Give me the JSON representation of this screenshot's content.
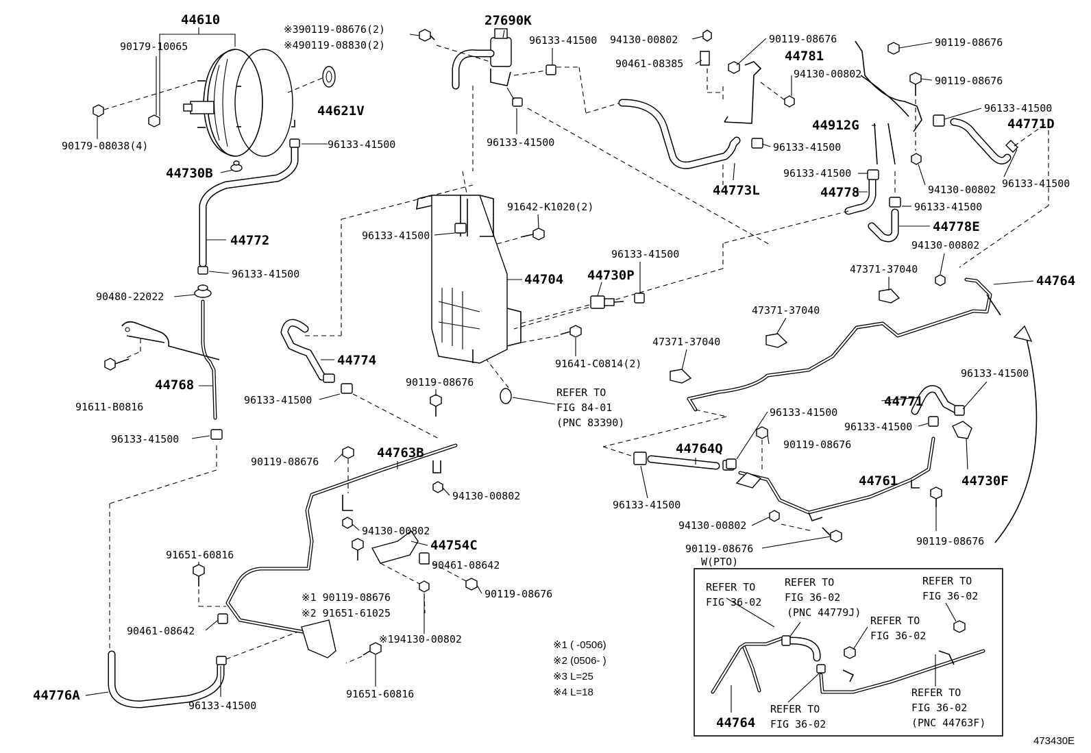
{
  "labels": {
    "l44610": "44610",
    "l90179_10065": "90179-10065",
    "l90179_08038": "90179-08038(4)",
    "l44621v": "44621V",
    "l96133_a": "96133-41500",
    "l44730b": "44730B",
    "l44772": "44772",
    "l96133_b": "96133-41500",
    "l90480": "90480-22022",
    "l44768": "44768",
    "l91611": "91611-B0816",
    "l96133_c": "96133-41500",
    "l390119": "※390119-08676(2)",
    "l490119": "※490119-08830(2)",
    "l27690k": "27690K",
    "l96133_d": "96133-41500",
    "l96133_e": "96133-41500",
    "l94130_a": "94130-00802",
    "l90461_08385": "90461-08385",
    "l90119_a": "90119-08676",
    "l44781": "44781",
    "l94130_b": "94130-00802",
    "l96133_f": "96133-41500",
    "l44773l": "44773L",
    "l90119_b": "90119-08676",
    "l90119_c": "90119-08676",
    "l96133_g": "96133-41500",
    "l44771d": "44771D",
    "l44912g": "44912G",
    "l96133_h": "96133-41500",
    "l44778": "44778",
    "l94130_c": "94130-00802",
    "l96133_i": "96133-41500",
    "l96133_j": "96133-41500",
    "l44778e": "44778E",
    "l91642": "91642-K1020(2)",
    "l96133_k": "96133-41500",
    "l44704": "44704",
    "l96133_l": "96133-41500",
    "l44730p": "44730P",
    "l94130_d": "94130-00802",
    "l47371_a": "47371-37040",
    "l44764": "44764",
    "l47371_b": "47371-37040",
    "l47371_c": "47371-37040",
    "l91641": "91641-C0814(2)",
    "l44774": "44774",
    "l96133_m": "96133-41500",
    "l90119_d": "90119-08676",
    "refer_a1": "REFER TO",
    "refer_a2": "FIG 84-01",
    "refer_a3": "(PNC 83390)",
    "l96133_n": "96133-41500",
    "l44771": "44771",
    "l96133_o": "96133-41500",
    "l44764q": "44764Q",
    "l90119_e": "90119-08676",
    "l44730f": "44730F",
    "l44761": "44761",
    "l96133_p": "96133-41500",
    "l94130_e": "94130-00802",
    "l90119_f": "90119-08676",
    "l90119_g": "90119-08676",
    "l90119_h": "90119-08676",
    "l44763b": "44763B",
    "l94130_f": "94130-00802",
    "l94130_g": "94130-00802",
    "l44754c": "44754C",
    "l90461_08642a": "90461-08642",
    "l90119_i": "90119-08676",
    "l91651_a": "91651-60816",
    "l1_90119": "※1 90119-08676",
    "l2_91651": "※2 91651-61025",
    "l90461_08642b": "90461-08642",
    "l1_94130": "※194130-00802",
    "l44776a": "44776A",
    "l96133_q": "96133-41500",
    "l91651_b": "91651-60816",
    "note1": "※1 (     -0506)",
    "note2": "※2 (0506-     )",
    "note3": "※3 L=25",
    "note4": "※4 L=18",
    "pto_title": "W(PTO)",
    "pto_r1a": "REFER TO",
    "pto_r1b": "FIG 36-02",
    "pto_r2a": "REFER TO",
    "pto_r2b": "FIG 36-02",
    "pto_r2c": "(PNC 44779J)",
    "pto_r3a": "REFER TO",
    "pto_r3b": "FIG 36-02",
    "pto_r4a": "REFER TO",
    "pto_r4b": "FIG 36-02",
    "pto_r5a": "REFER TO",
    "pto_r5b": "FIG 36-02",
    "pto_r6a": "REFER TO",
    "pto_r6b": "FIG 36-02",
    "pto_r6c": "(PNC 44763F)",
    "pto_44764": "44764",
    "fig_id": "473430E"
  }
}
